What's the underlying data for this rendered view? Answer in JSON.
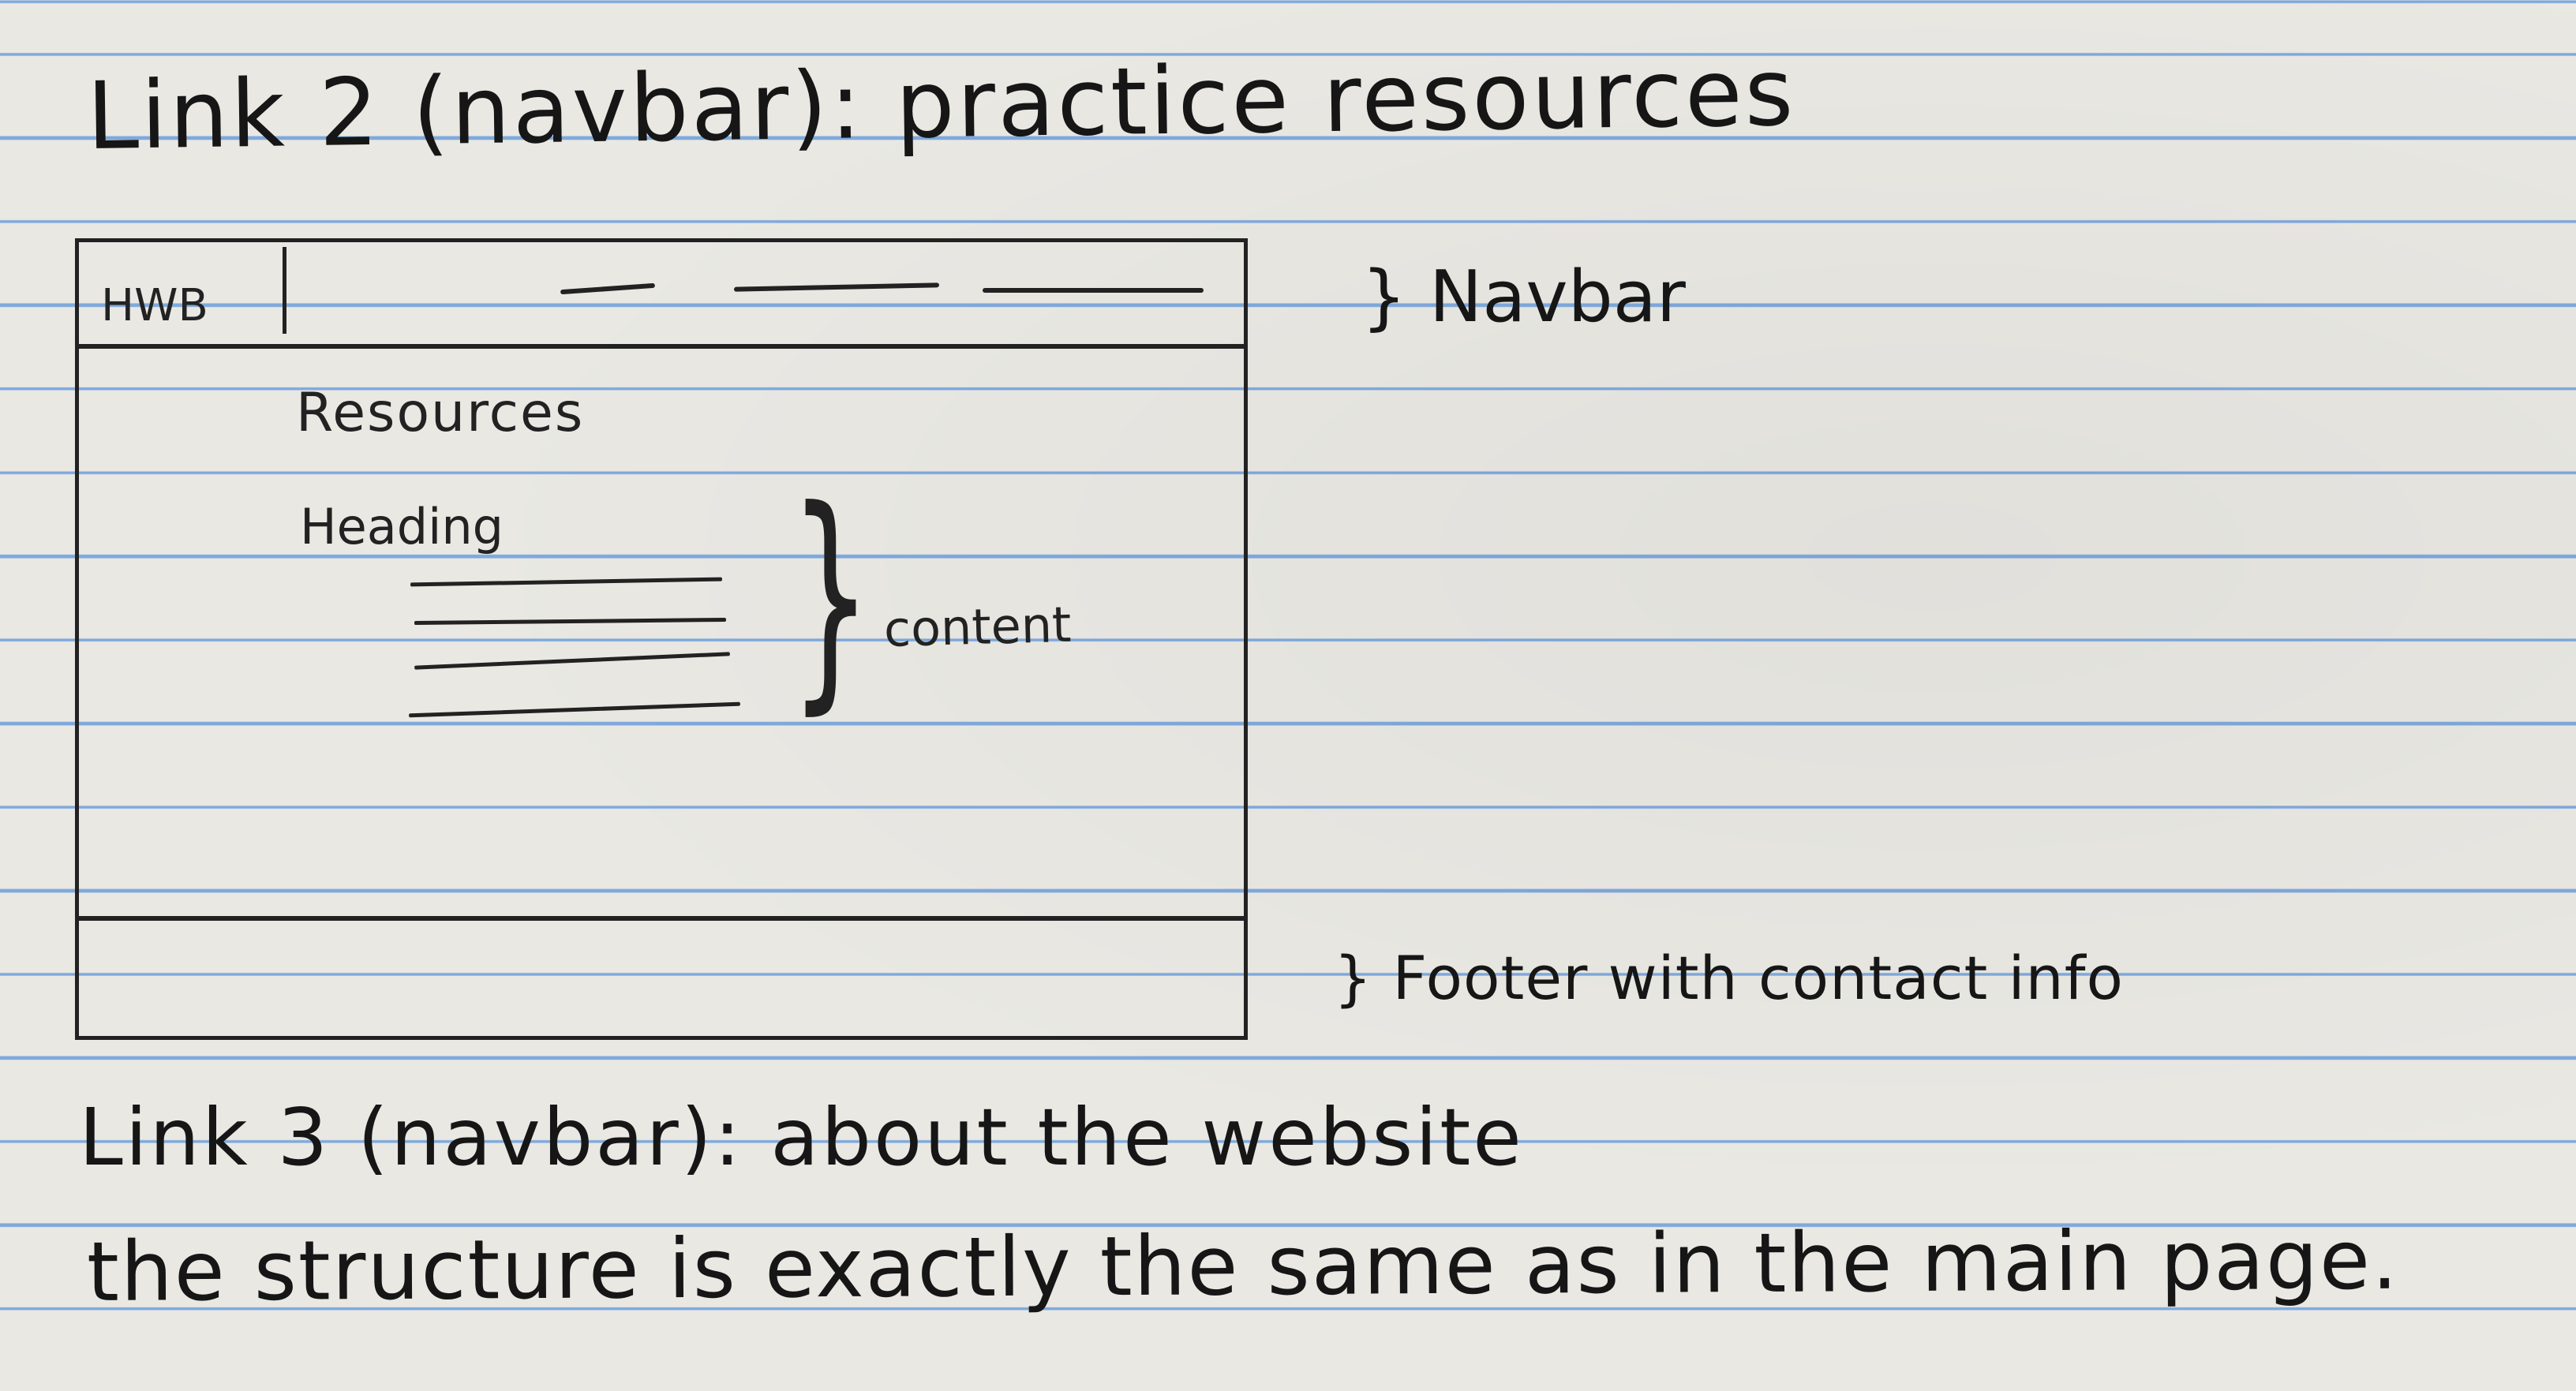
{
  "heading_top": "Link 2 (navbar): practice resources",
  "wireframe": {
    "navbar_logo": "HWB",
    "nav_link_count": 3,
    "resources_title": "Resources",
    "heading_label": "Heading",
    "content_line_count": 4,
    "content_note": "content"
  },
  "annotations": {
    "navbar": "} Navbar",
    "footer": "} Footer with contact info"
  },
  "heading_link3": "Link 3 (navbar): about the website",
  "closing_line": "the structure is exactly the same as in the main page.",
  "colors": {
    "paper": "#e9e8e3",
    "rule_line": "#7fa9dc",
    "ink": "#1c1c1c"
  }
}
